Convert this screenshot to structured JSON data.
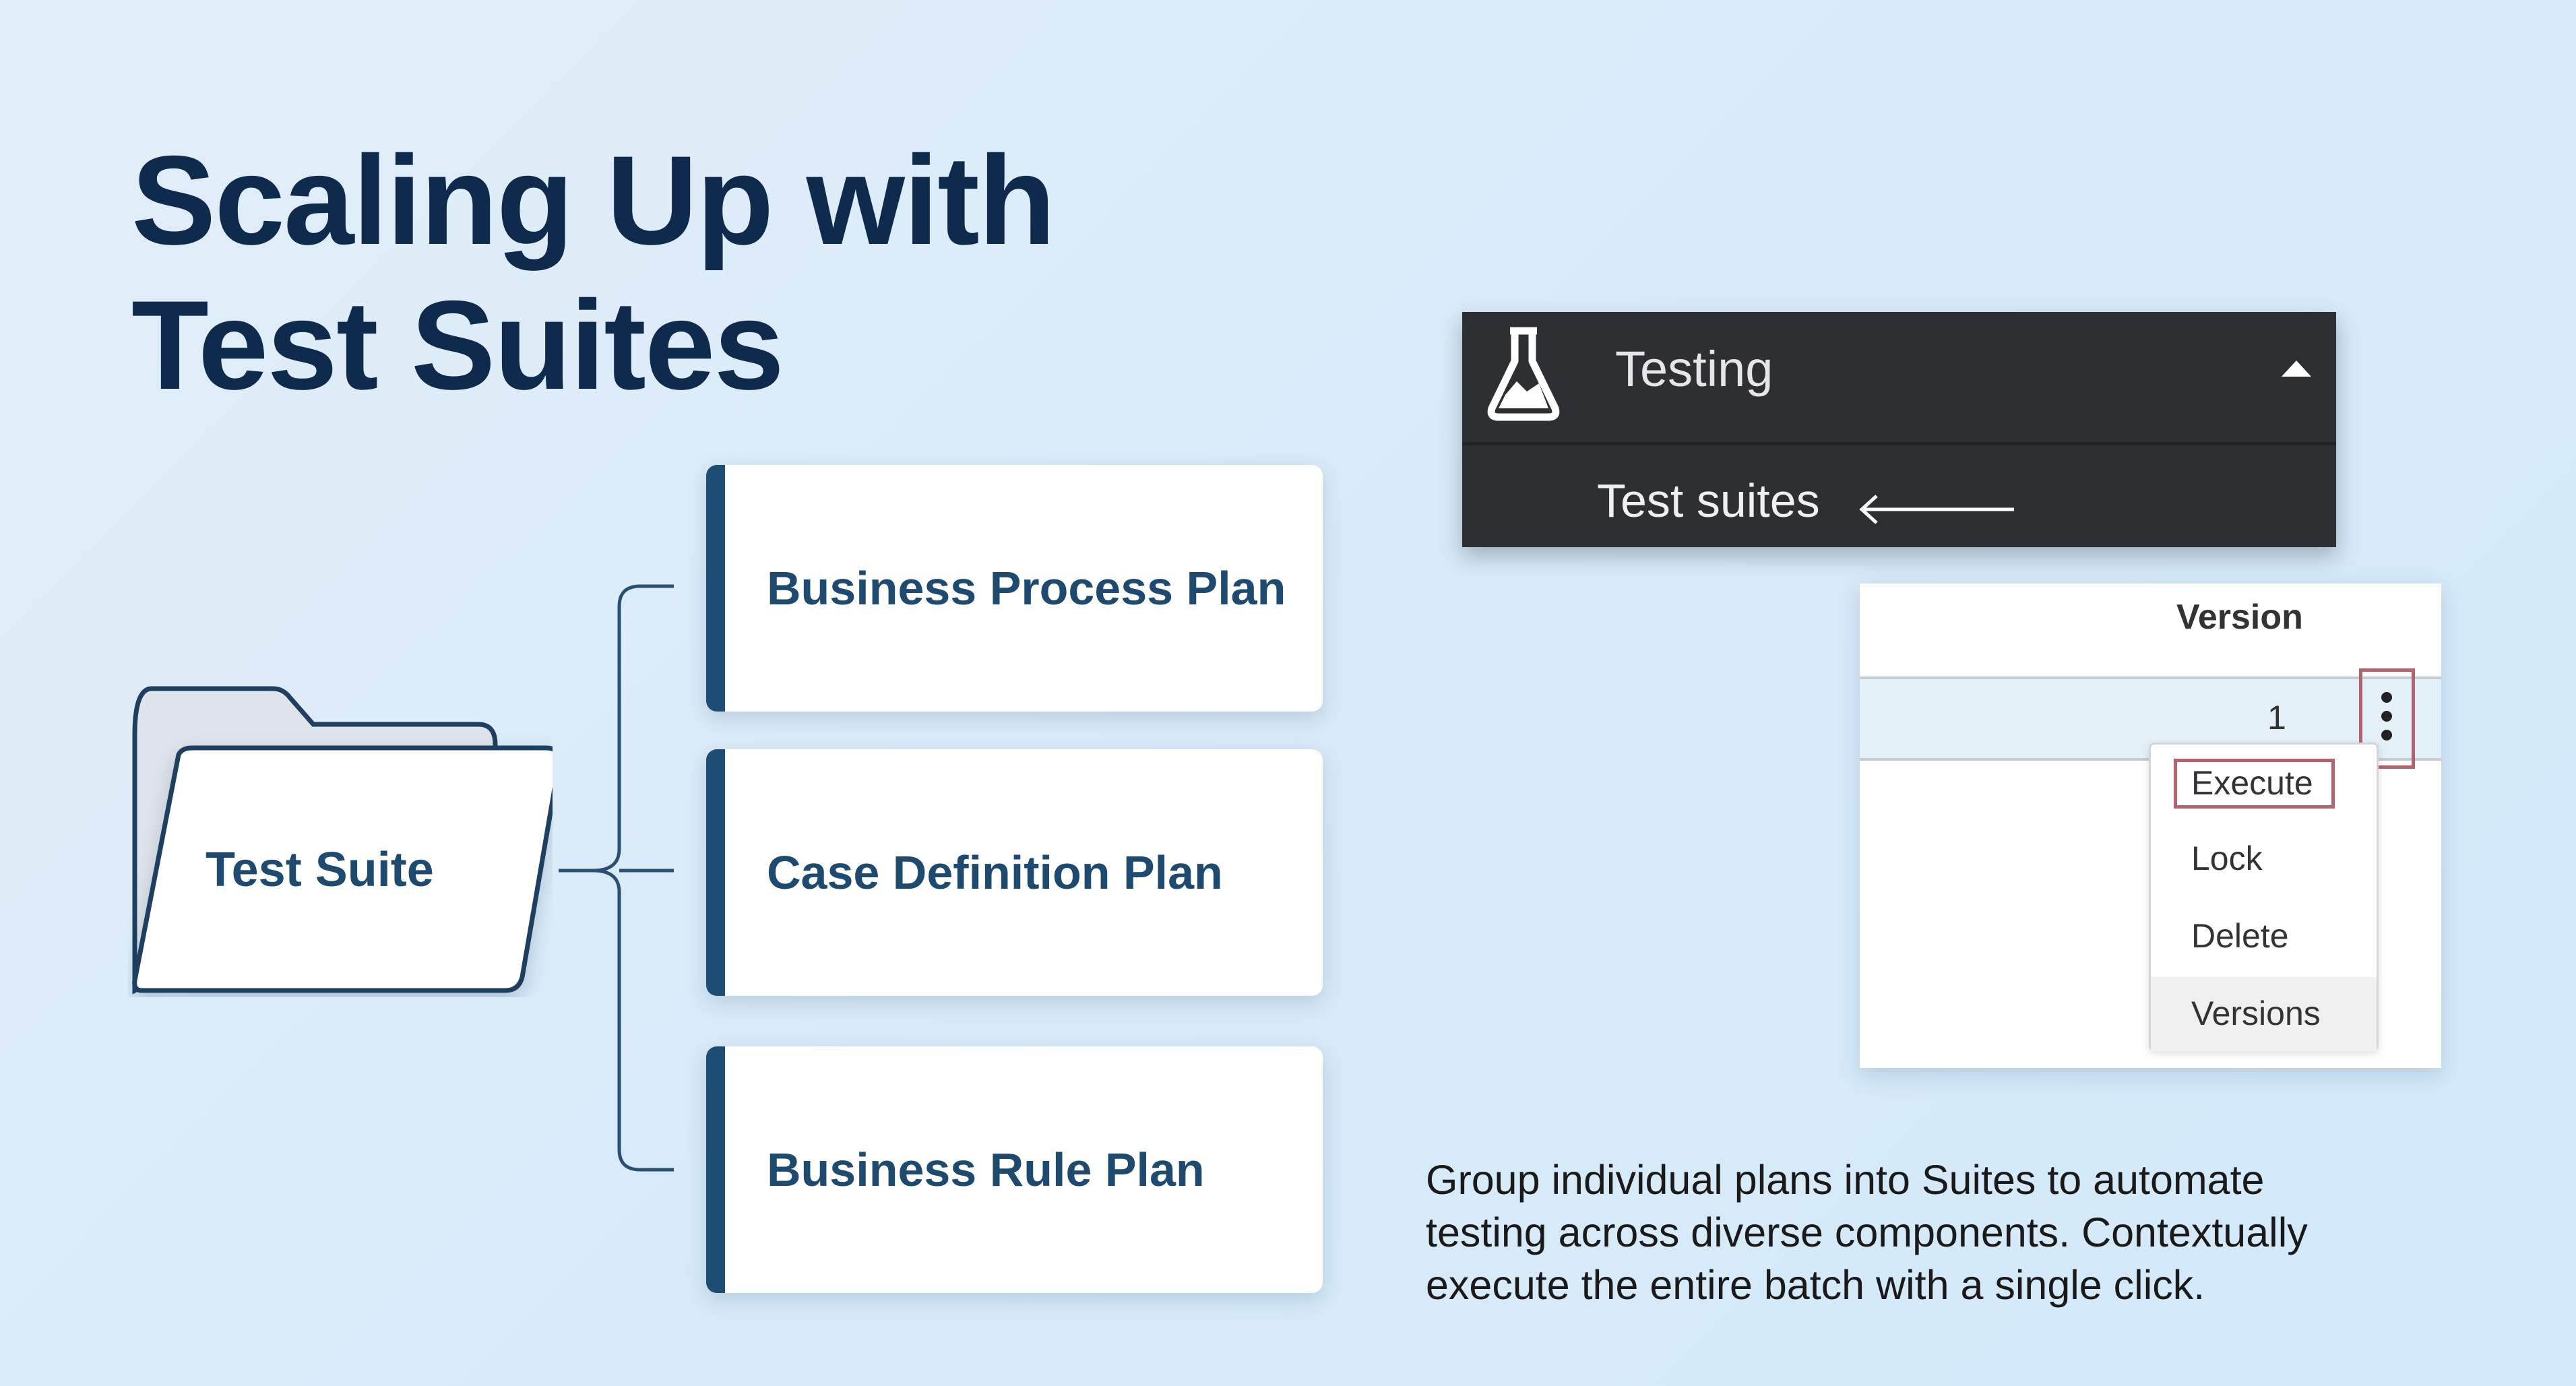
{
  "title": {
    "line1": "Scaling Up with",
    "line2": "Test Suites"
  },
  "diagram": {
    "root": "Test Suite",
    "plans": [
      "Business Process Plan",
      "Case Definition Plan",
      "Business Rule Plan"
    ]
  },
  "nav_panel": {
    "section": "Testing",
    "item": "Test suites",
    "icon": "flask-icon"
  },
  "table": {
    "header": "Version",
    "row_value": "1",
    "menu": [
      "Execute",
      "Lock",
      "Delete",
      "Versions"
    ]
  },
  "description": {
    "lines": [
      "Group individual plans into Suites to automate",
      "testing across diverse components. Contextually",
      "execute the entire batch with a single click."
    ]
  },
  "colors": {
    "title": "#0e2a4c",
    "accent": "#1e4d74",
    "highlight": "#b5626f",
    "panel": "#2e2f33"
  }
}
